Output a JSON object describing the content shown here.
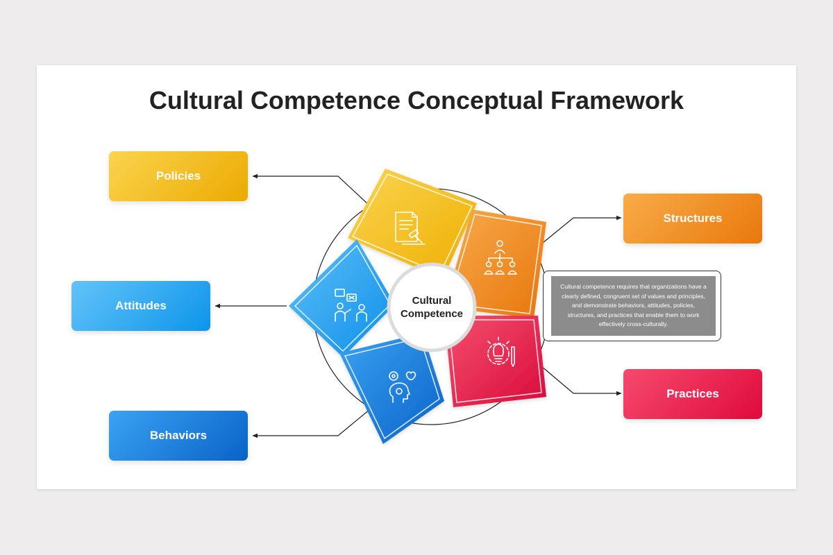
{
  "title": "Cultural Competence Conceptual Framework",
  "center": {
    "line1": "Cultural",
    "line2": "Competence"
  },
  "nodes": {
    "policies": {
      "label": "Policies",
      "color": "#f2b90f",
      "icon": "document-gavel-icon"
    },
    "structures": {
      "label": "Structures",
      "color": "#ef8a1e",
      "icon": "org-chart-icon"
    },
    "practices": {
      "label": "Practices",
      "color": "#e81f4b",
      "icon": "lightbulb-gear-icon"
    },
    "behaviors": {
      "label": "Behaviors",
      "color": "#1a79dc",
      "icon": "head-gear-heart-icon"
    },
    "attitudes": {
      "label": "Attitudes",
      "color": "#2aa3f0",
      "icon": "people-discussion-icon"
    }
  },
  "description": "Cultural competence requires that organizations have a clearly defined, congruent set of values and principles, and demonstrate behaviors, attitudes, policies, structures, and practices that enable them to work effectively cross-culturally."
}
